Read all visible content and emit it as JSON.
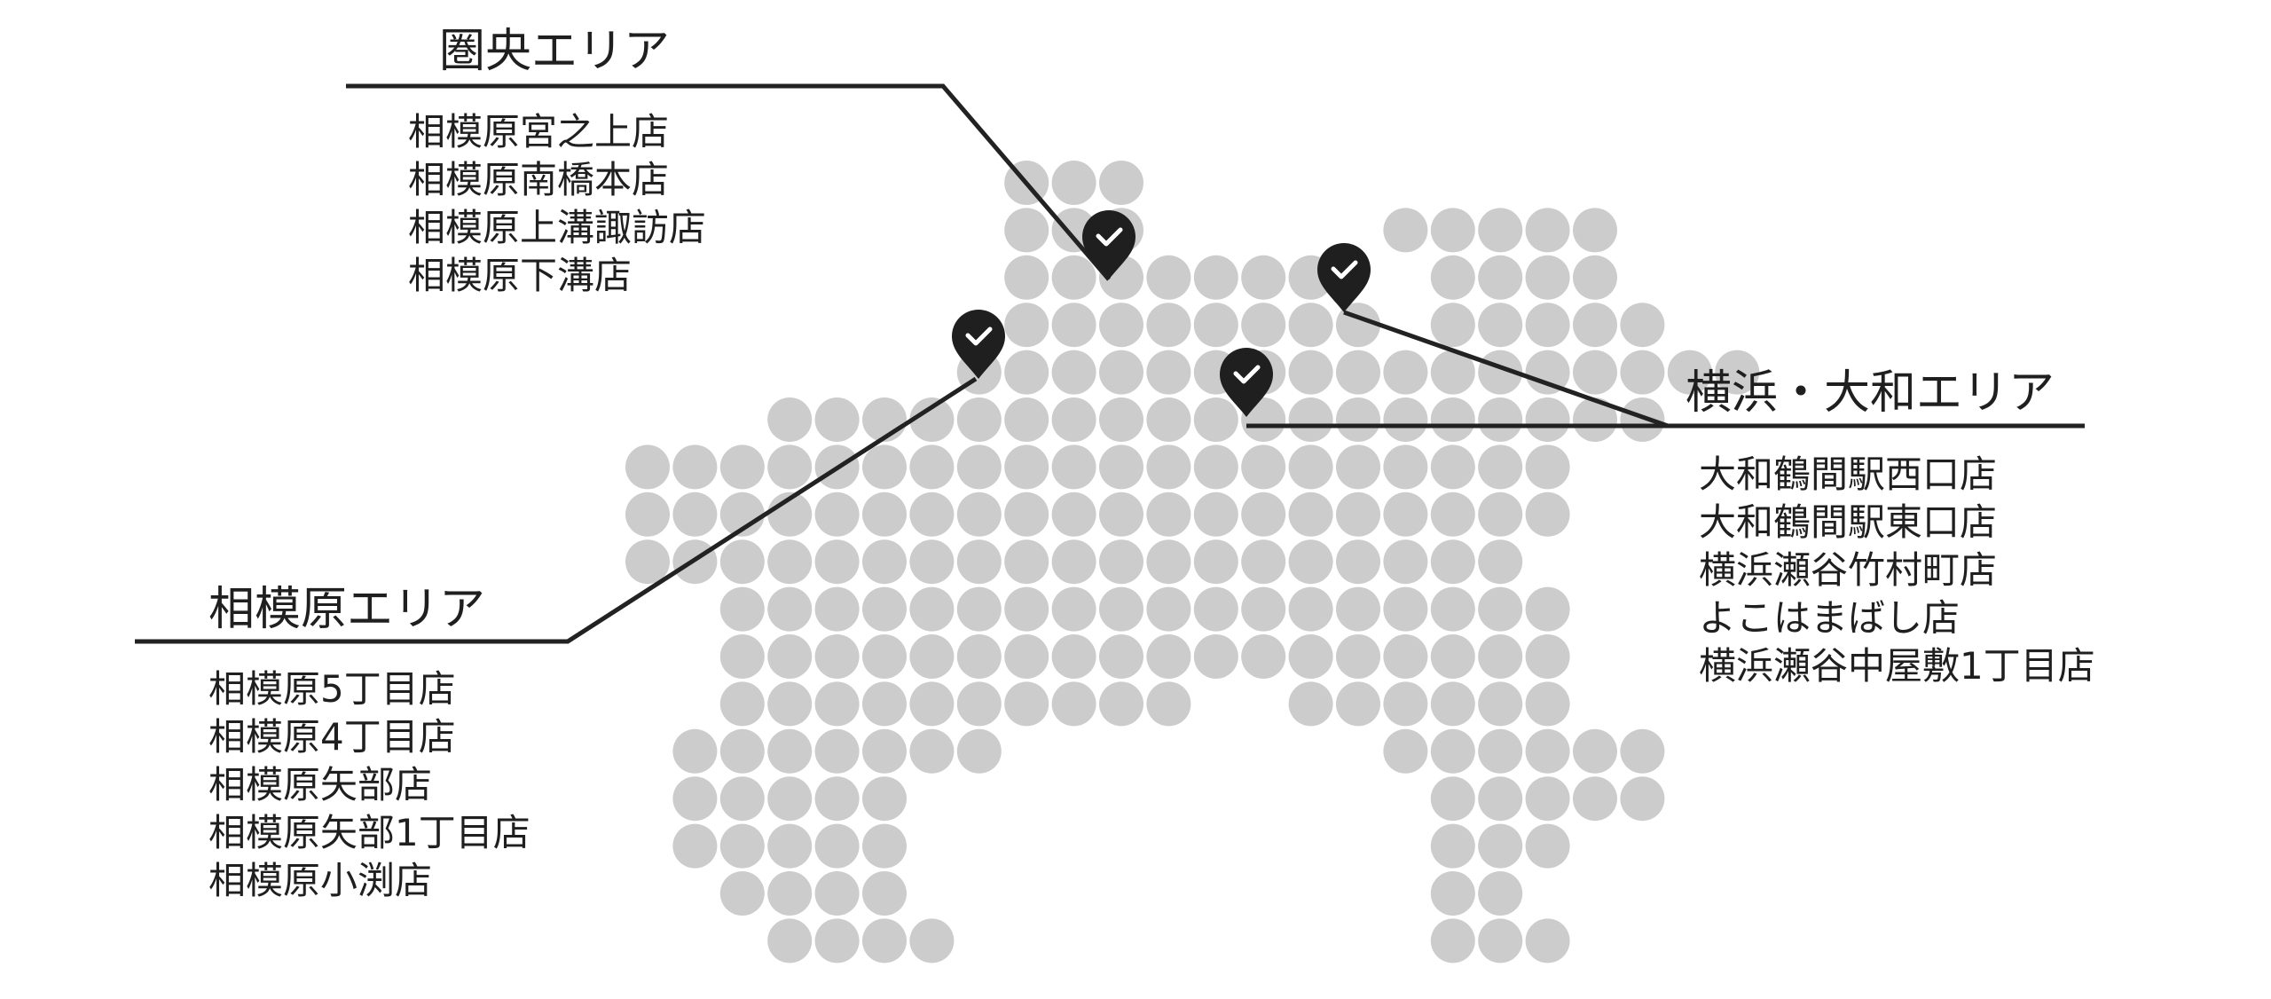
{
  "map": {
    "dot_color": "#cccccc",
    "line_color": "#222222",
    "pin_color": "#1f1f1f",
    "pin_icon": "map-pin-check-icon"
  },
  "areas": {
    "kenou": {
      "title": "圏央エリア",
      "stores": [
        "相模原宮之上店",
        "相模原南橋本店",
        "相模原上溝諏訪店",
        "相模原下溝店"
      ]
    },
    "sagamihara": {
      "title": "相模原エリア",
      "stores": [
        "相模原5丁目店",
        "相模原4丁目店",
        "相模原矢部店",
        "相模原矢部1丁目店",
        "相模原小渕店"
      ]
    },
    "yokohama_yamato": {
      "title": "横浜・大和エリア",
      "stores": [
        "大和鶴間駅西口店",
        "大和鶴間駅東口店",
        "横浜瀬谷竹村町店",
        "よこはまばし店",
        "横浜瀬谷中屋敷1丁目店"
      ]
    }
  }
}
